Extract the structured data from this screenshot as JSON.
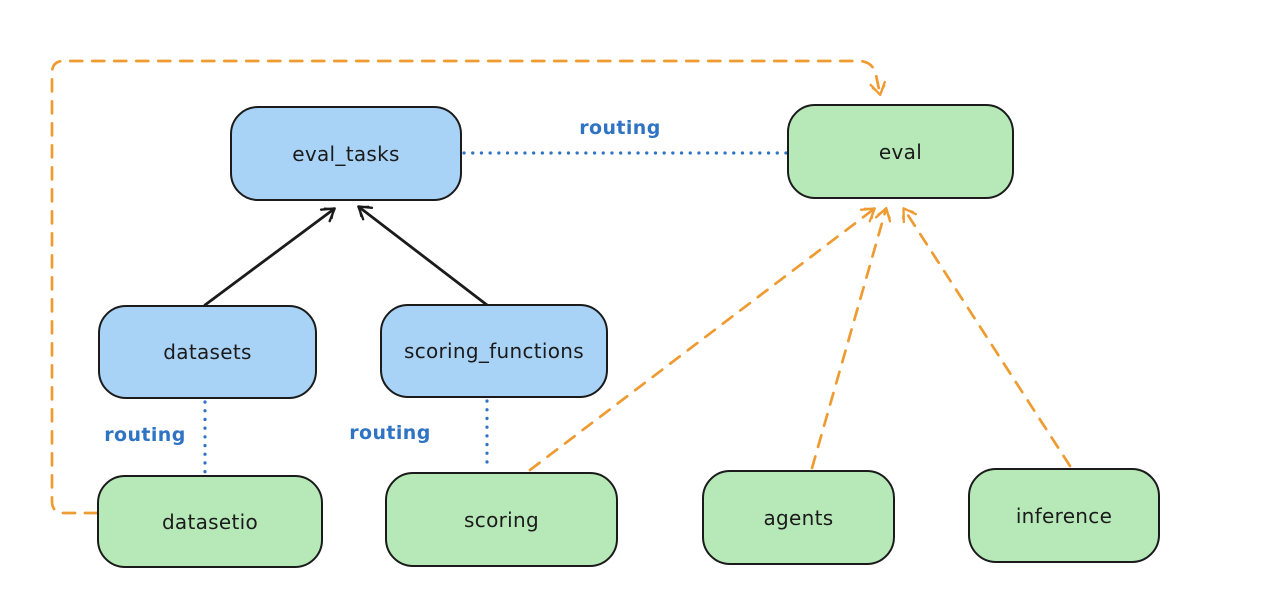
{
  "diagram": {
    "nodes": {
      "eval_tasks": {
        "label": "eval_tasks",
        "kind": "resource",
        "fill": "#a8d3f6"
      },
      "eval": {
        "label": "eval",
        "kind": "api",
        "fill": "#b6e8b8"
      },
      "datasets": {
        "label": "datasets",
        "kind": "resource",
        "fill": "#a8d3f6"
      },
      "scoring_functions": {
        "label": "scoring_functions",
        "kind": "resource",
        "fill": "#a8d3f6"
      },
      "datasetio": {
        "label": "datasetio",
        "kind": "api",
        "fill": "#b6e8b8"
      },
      "scoring": {
        "label": "scoring",
        "kind": "api",
        "fill": "#b6e8b8"
      },
      "agents": {
        "label": "agents",
        "kind": "api",
        "fill": "#b6e8b8"
      },
      "inference": {
        "label": "inference",
        "kind": "api",
        "fill": "#b6e8b8"
      }
    },
    "edges": {
      "eval_tasks_to_eval": {
        "from": "eval_tasks",
        "to": "eval",
        "style": "dotted",
        "color": "#2f74c4",
        "label": "routing"
      },
      "datasets_to_datasetio": {
        "from": "datasets",
        "to": "datasetio",
        "style": "dotted",
        "color": "#2f74c4",
        "label": "routing"
      },
      "scoring_functions_to_scoring": {
        "from": "scoring_functions",
        "to": "scoring",
        "style": "dotted",
        "color": "#2f74c4",
        "label": "routing"
      },
      "datasets_to_eval_tasks": {
        "from": "datasets",
        "to": "eval_tasks",
        "style": "solid",
        "color": "#1b1b1b",
        "arrow": true
      },
      "scoring_functions_to_eval_tasks": {
        "from": "scoring_functions",
        "to": "eval_tasks",
        "style": "solid",
        "color": "#1b1b1b",
        "arrow": true
      },
      "datasetio_to_eval": {
        "from": "datasetio",
        "to": "eval",
        "style": "dashed",
        "color": "#ee9b32",
        "arrow": true
      },
      "scoring_to_eval": {
        "from": "scoring",
        "to": "eval",
        "style": "dashed",
        "color": "#ee9b32",
        "arrow": true
      },
      "agents_to_eval": {
        "from": "agents",
        "to": "eval",
        "style": "dashed",
        "color": "#ee9b32",
        "arrow": true
      },
      "inference_to_eval": {
        "from": "inference",
        "to": "eval",
        "style": "dashed",
        "color": "#ee9b32",
        "arrow": true
      }
    },
    "colors": {
      "resource_fill": "#a8d3f6",
      "api_fill": "#b6e8b8",
      "stroke": "#1b1b1b",
      "routing_blue": "#2f74c4",
      "dependency_orange": "#ee9b32",
      "background": "#ffffff"
    }
  }
}
